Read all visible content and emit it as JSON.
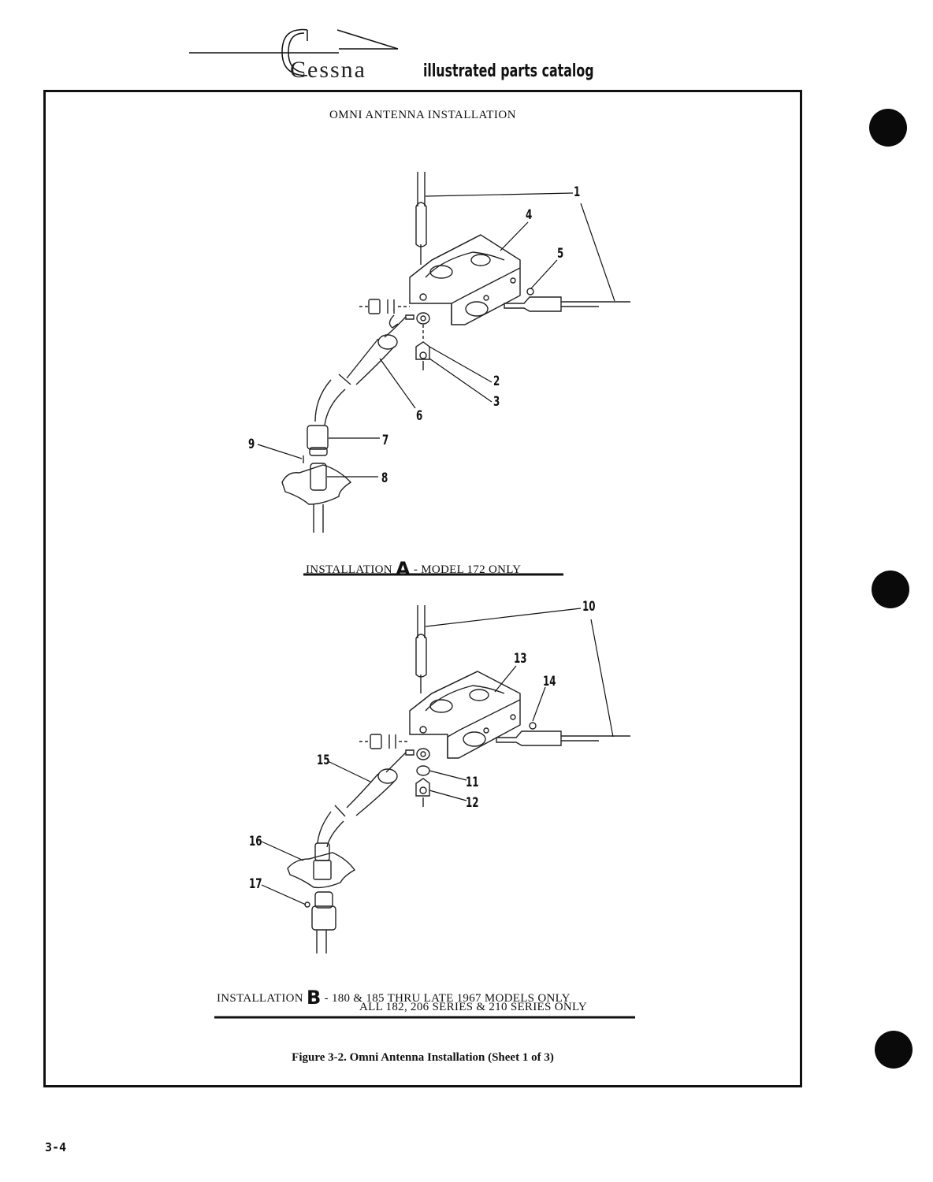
{
  "header": {
    "brand": "Cessna",
    "catalog": "illustrated parts catalog"
  },
  "figure": {
    "title": "OMNI ANTENNA INSTALLATION",
    "installation_a": {
      "prefix": "INSTALLATION",
      "letter": "A",
      "suffix": "- MODEL 172 ONLY"
    },
    "installation_b": {
      "prefix": "INSTALLATION",
      "letter": "B",
      "line1": "- 180 & 185 THRU LATE 1967 MODELS ONLY",
      "line2": "ALL 182, 206 SERIES & 210 SERIES ONLY"
    },
    "caption": "Figure 3-2. Omni Antenna Installation (Sheet 1 of 3)"
  },
  "callouts_a": [
    "1",
    "2",
    "3",
    "4",
    "5",
    "6",
    "7",
    "8",
    "9"
  ],
  "callouts_b": [
    "10",
    "11",
    "12",
    "13",
    "14",
    "15",
    "16",
    "17"
  ],
  "page_number": "3-4"
}
